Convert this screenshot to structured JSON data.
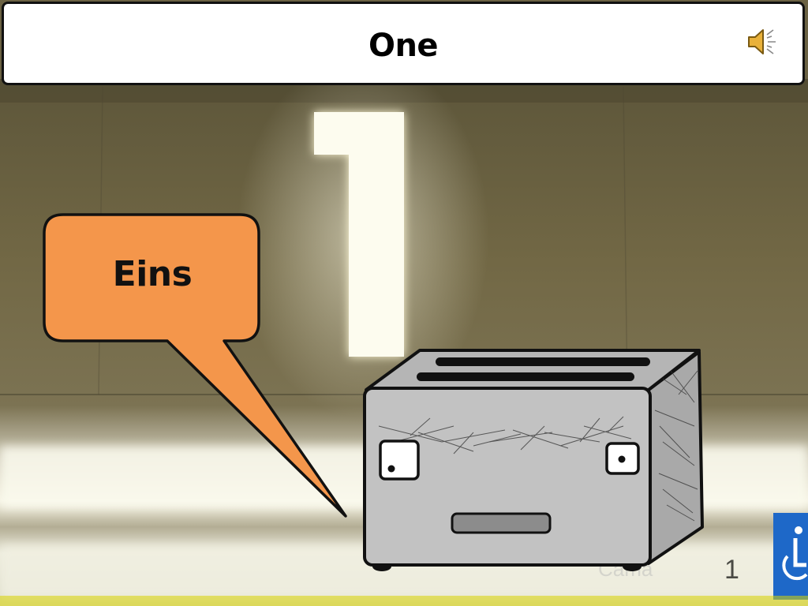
{
  "title": "One",
  "speaker_icon": "speaker-icon",
  "speech_bubble": {
    "text": "Eins",
    "color": "#f4964b"
  },
  "background_sign": {
    "label": "Cama",
    "number": "1"
  },
  "colors": {
    "background": "#6b6243",
    "toaster_body": "#c2c2c2",
    "accessibility_sign": "#1e68c8"
  }
}
